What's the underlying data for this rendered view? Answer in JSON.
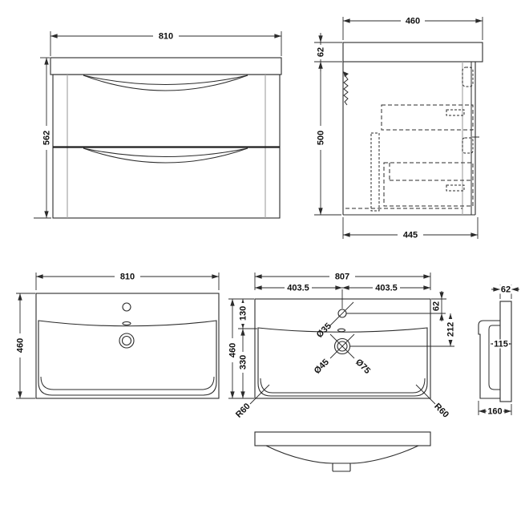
{
  "drawing": {
    "background": "#ffffff",
    "line_color": "#2b2b2b",
    "views": {
      "cabinet_front": {
        "width": "810",
        "height": "562"
      },
      "cabinet_side": {
        "top_depth": "460",
        "worktop_thickness": "62",
        "cabinet_height": "500",
        "bottom_depth": "445"
      },
      "basin_plan": {
        "width": "810",
        "depth": "460"
      },
      "basin_detail": {
        "width": "807",
        "left_half": "403.5",
        "right_half": "403.5",
        "depth": "460",
        "back_zone": "130",
        "bowl_zone": "330",
        "tap_from_back": "62",
        "tap_to_waste": "212",
        "tap_hole_dia": "Ø35",
        "waste_inner_dia": "Ø45",
        "waste_outer_dia": "Ø75",
        "corner_radius_left": "R60",
        "corner_radius_right": "R60"
      },
      "basin_profile": {
        "rim_depth": "62",
        "bowl_inner_depth": "115",
        "overall_depth": "160"
      }
    }
  }
}
